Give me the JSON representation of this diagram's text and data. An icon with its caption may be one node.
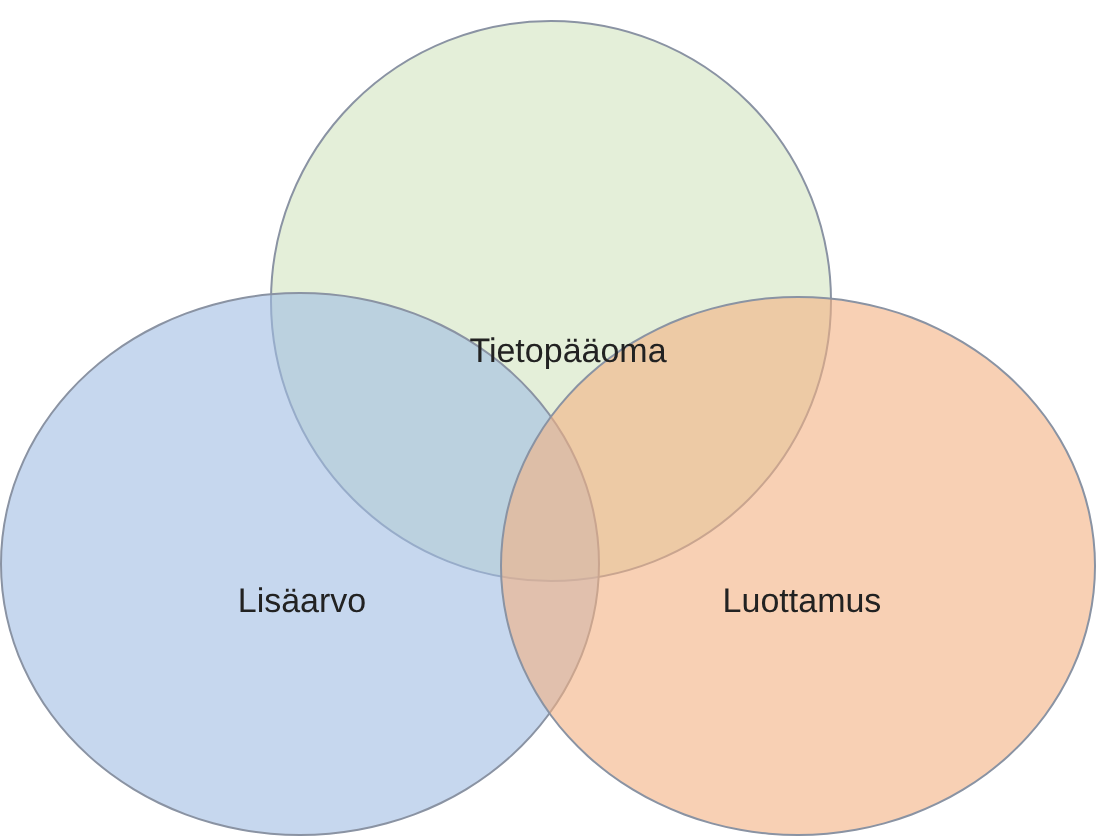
{
  "diagram": {
    "nodes": [
      {
        "text": [
          "Tietopääoma"
        ]
      },
      {
        "text": [
          "Lisäarvo"
        ]
      },
      {
        "text": [
          "Luottamus"
        ]
      }
    ]
  }
}
